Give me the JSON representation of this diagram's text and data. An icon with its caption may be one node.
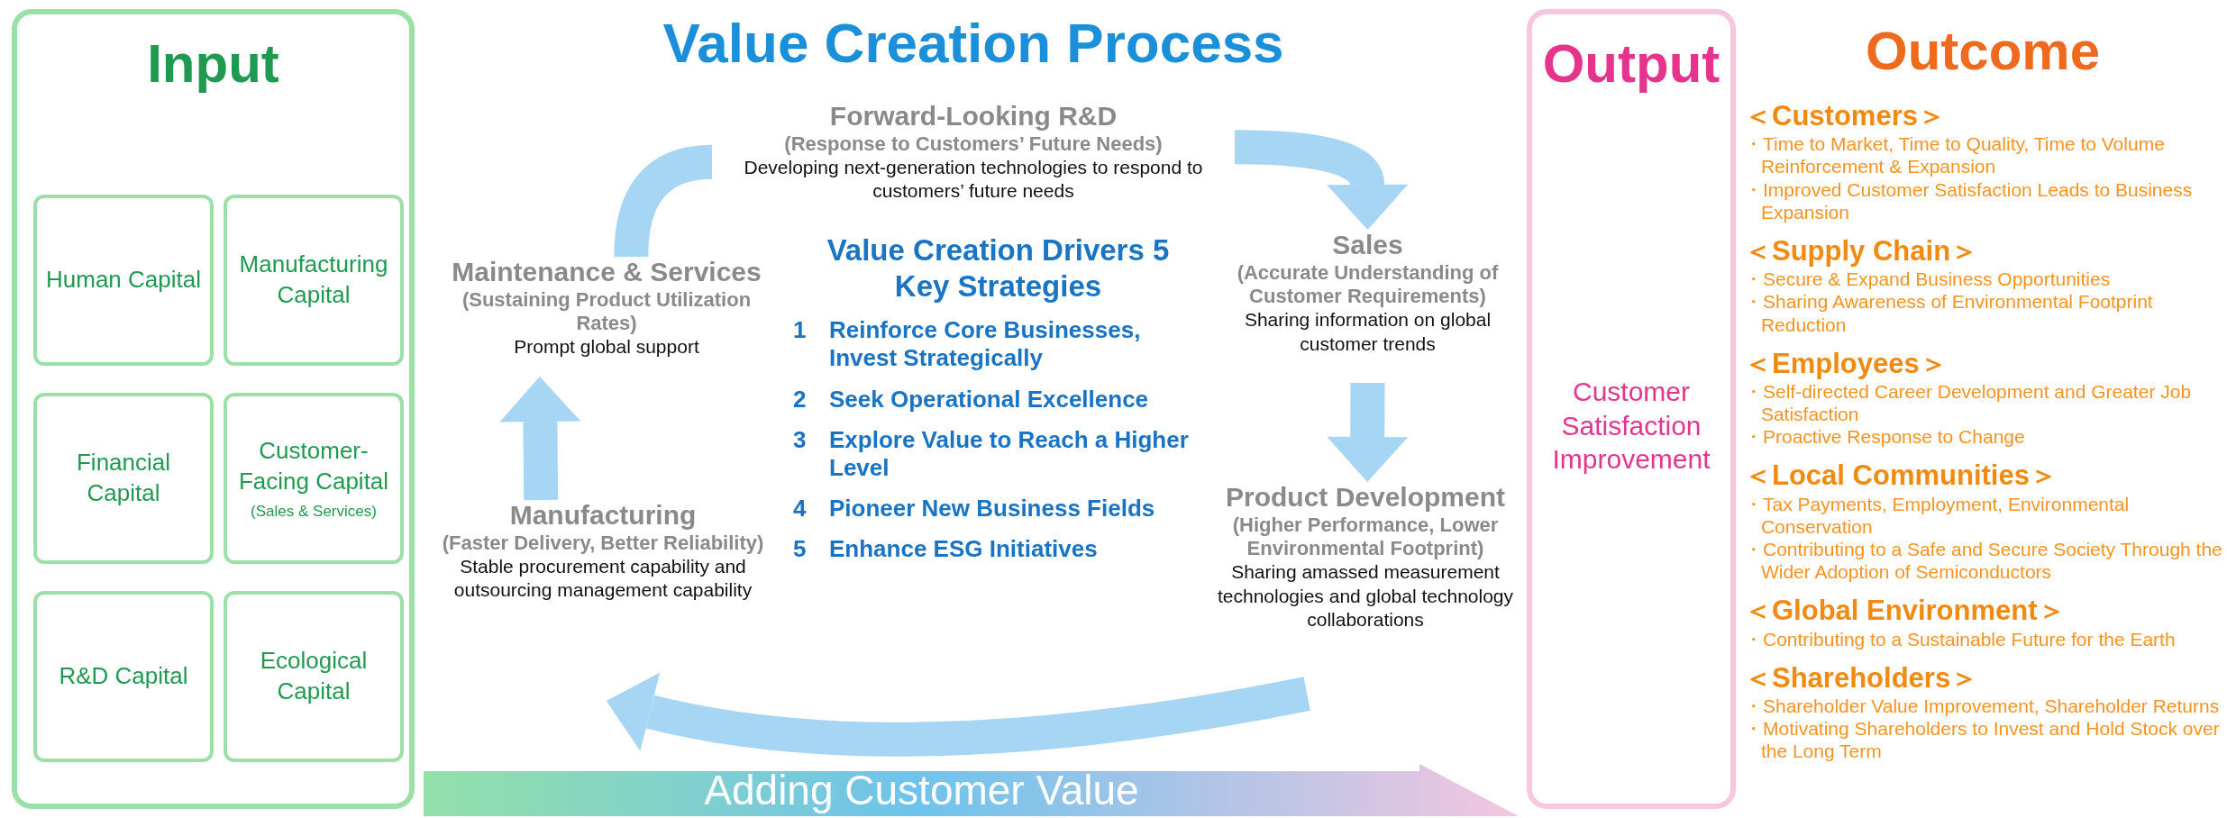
{
  "diagram": {
    "nodes": [
      {
        "text": [
          "Input"
        ]
      },
      {
        "text": [
          "Human Capital"
        ],
        "in": 0
      },
      {
        "text": [
          "Manufacturing Capital"
        ],
        "in": 0
      },
      {
        "text": [
          "Financial Capital"
        ],
        "in": 0
      },
      {
        "text": [
          "Customer-Facing Capital",
          "(Sales & Services)"
        ],
        "in": 0
      },
      {
        "text": [
          "R&D Capital"
        ],
        "in": 0
      },
      {
        "text": [
          "Ecological Capital"
        ],
        "in": 0
      },
      {
        "text": [
          "Forward-Looking R&D",
          "(Response to Customers’ Future Needs)",
          "Developing next-generation technologies to respond to customers’ future needs"
        ]
      },
      {
        "text": [
          "Maintenance & Services",
          "(Sustaining Product Utilization Rates)",
          "Prompt global support"
        ]
      },
      {
        "text": [
          "Sales",
          "(Accurate Understanding of Customer Requirements)",
          "Sharing information on global customer trends"
        ]
      },
      {
        "text": [
          "Manufacturing",
          "(Faster Delivery, Better Reliability)",
          "Stable procurement capability and outsourcing management capability"
        ]
      },
      {
        "text": [
          "Product Development",
          "(Higher Performance, Lower Environmental Footprint)",
          "Sharing amassed measurement technologies and global technology collaborations"
        ]
      },
      {
        "text": [
          "Adding Customer Value"
        ]
      },
      {
        "text": [
          "Output",
          "Customer Satisfaction Improvement"
        ]
      }
    ],
    "edges": [
      {
        "from": 7,
        "to": 9,
        "arrow": "to"
      },
      {
        "from": 9,
        "to": 11,
        "arrow": "to"
      },
      {
        "from": 11,
        "to": 10,
        "arrow": "to"
      },
      {
        "from": 10,
        "to": 8,
        "arrow": "to"
      },
      {
        "from": 8,
        "to": 7,
        "arrow": "none"
      }
    ],
    "labels": [
      "Value Creation Process",
      "Value Creation Drivers 5 Key Strategies",
      "1",
      "Reinforce Core Businesses, Invest Strategically",
      "2",
      "Seek Operational Excellence",
      "3",
      "Explore Value to Reach a Higher Level",
      "4",
      "Pioneer New Business Fields",
      "5",
      "Enhance ESG Initiatives",
      "Outcome",
      "＜Customers＞",
      "・Time to Market, Time to Quality, Time to Volume Reinforcement & Expansion",
      "・Improved Customer Satisfaction Leads to Business Expansion",
      "＜Supply Chain＞",
      "・Secure & Expand Business Opportunities",
      "・Sharing Awareness of Environmental Footprint Reduction",
      "＜Employees＞",
      "・Self-directed Career Development and Greater Job Satisfaction",
      "・Proactive Response to Change",
      "＜Local Communities＞",
      "・Tax Payments, Employment, Environmental Conservation",
      "・Contributing to a Safe and Secure Society Through the Wider Adoption of Semiconductors",
      "＜Global Environment＞",
      "・Contributing to a Sustainable Future for the Earth",
      "＜Shareholders＞",
      "・Shareholder Value Improvement, Shareholder Returns",
      "・Motivating Shareholders to Invest and Hold Stock over the Long Term"
    ]
  }
}
